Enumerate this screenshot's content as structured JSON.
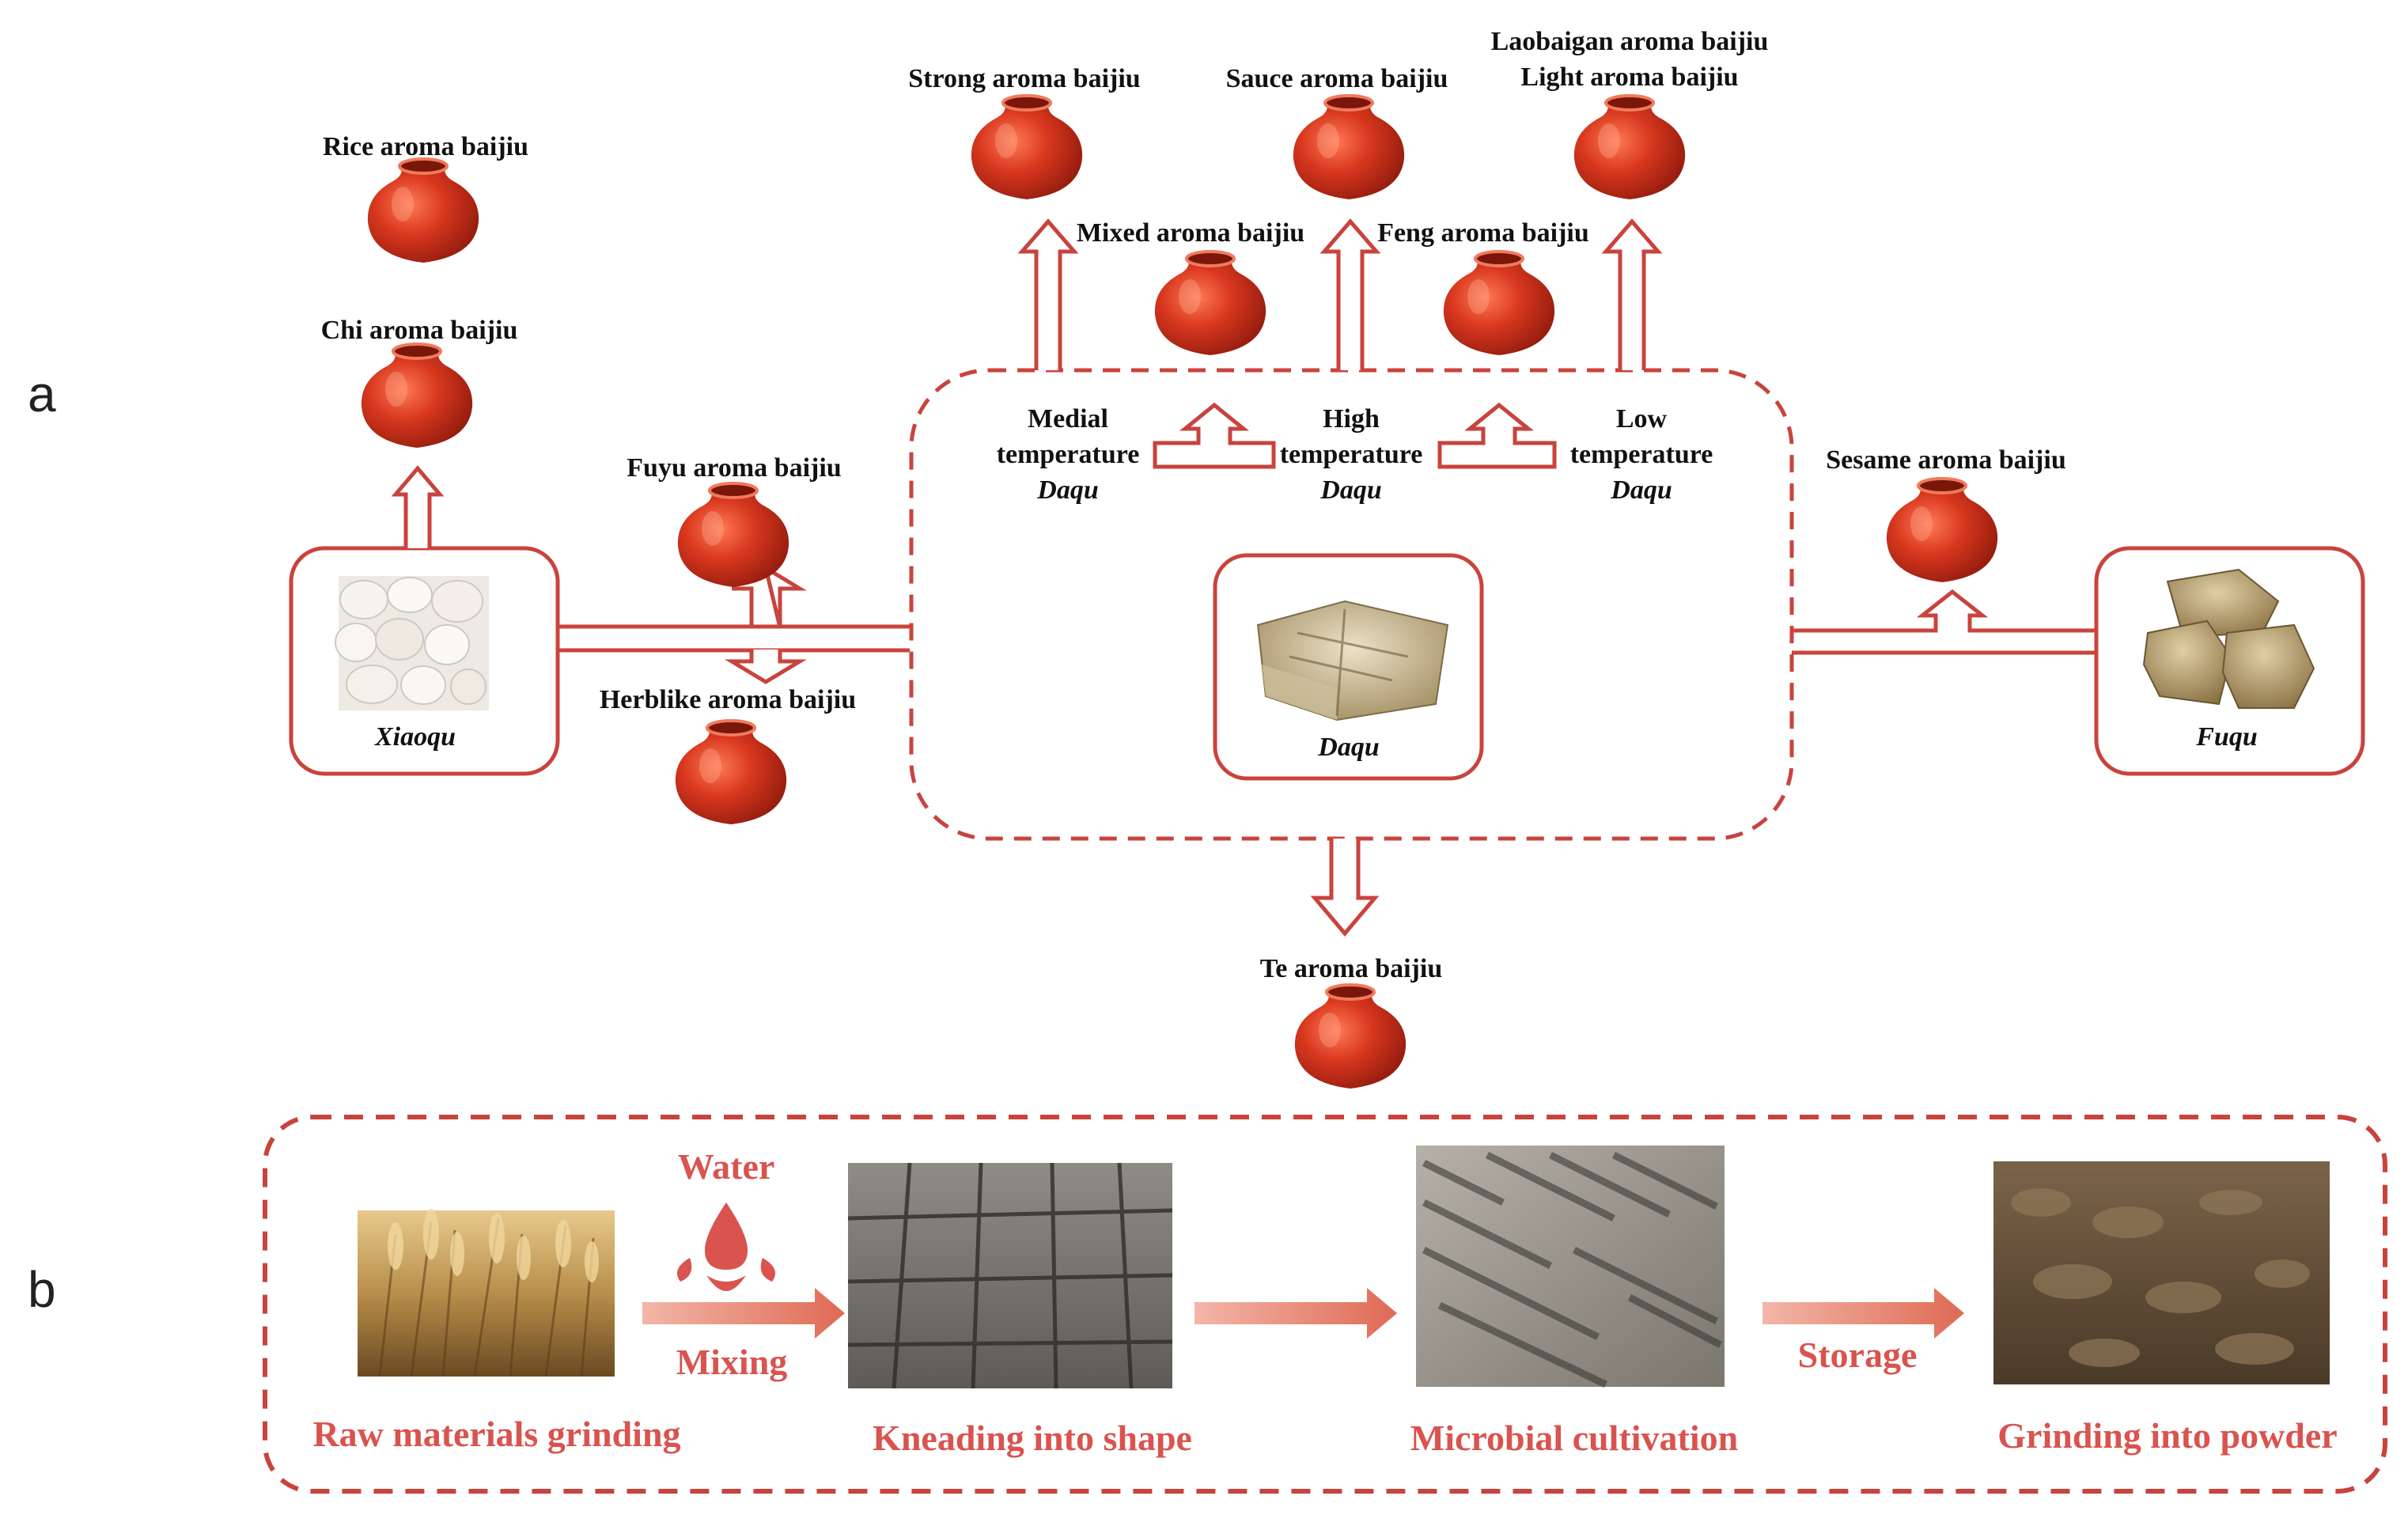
{
  "panels": {
    "a": "a",
    "b": "b"
  },
  "colors": {
    "outline": "#c9433d",
    "pot": "#c8321d",
    "flow_arrow": "#e0705f"
  },
  "panel_a": {
    "starters": {
      "xiaoqu": "Xiaoqu",
      "daqu": "Daqu",
      "fuqu": "Fuqu"
    },
    "daqu_types": {
      "medial": [
        "Medial",
        "temperature",
        "Daqu"
      ],
      "high": [
        "High",
        "temperature",
        "Daqu"
      ],
      "low": [
        "Low",
        "temperature",
        "Daqu"
      ]
    },
    "baijiu": {
      "rice": "Rice aroma baijiu",
      "chi": "Chi aroma baijiu",
      "fuyu": "Fuyu aroma baijiu",
      "herblike": "Herblike aroma baijiu",
      "strong": "Strong aroma baijiu",
      "sauce": "Sauce aroma baijiu",
      "laobaigan": "Laobaigan aroma baijiu",
      "light": "Light aroma baijiu",
      "mixed": "Mixed aroma baijiu",
      "feng": "Feng aroma baijiu",
      "sesame": "Sesame aroma baijiu",
      "te": "Te aroma baijiu"
    }
  },
  "panel_b": {
    "steps": [
      "Raw materials grinding",
      "Kneading into shape",
      "Microbial cultivation",
      "Grinding into powder"
    ],
    "water_label": "Water",
    "mixing_label": "Mixing",
    "storage_label": "Storage"
  }
}
